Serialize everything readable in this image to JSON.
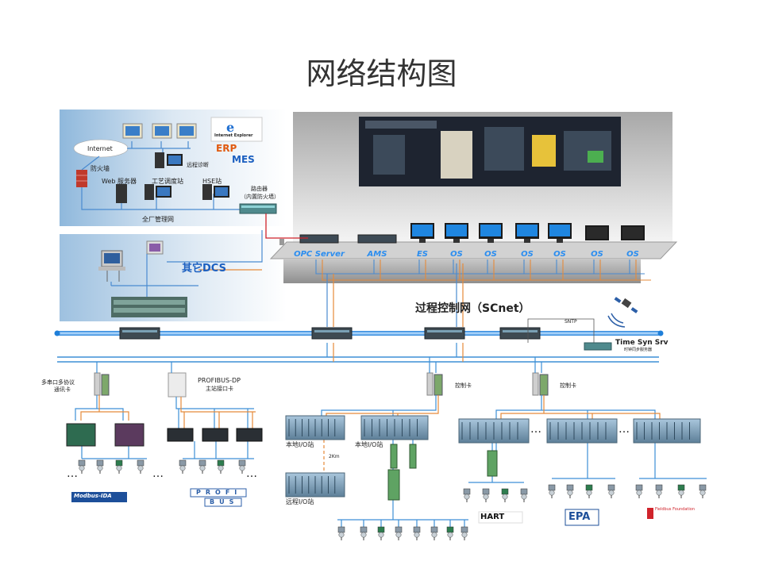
{
  "title": "网络结构图",
  "enterprise": {
    "internet": "Internet",
    "ie_logo": "Internet Explorer",
    "erp": "ERP",
    "mes": "MES",
    "firewall": "防火墙",
    "remote_diag": "远程诊断",
    "web_server": "Web 服务器",
    "process_station": "工艺调度站",
    "hse_station": "HSE站",
    "router": "路由器",
    "router_sub": "（内置防火墙）",
    "plant_network": "全厂管理网"
  },
  "other_dcs": "其它DCS",
  "control_room": {
    "stations": [
      "OPC Server",
      "AMS",
      "ES",
      "OS",
      "OS",
      "OS",
      "OS",
      "OS",
      "OS"
    ]
  },
  "scnet": "过程控制网（SCnet）",
  "sntp": "SNTP",
  "time_syn": "Time Syn Srv",
  "time_syn_sub": "时钟同步服务器",
  "cards": {
    "multi_serial": "多串口多协议",
    "multi_serial_2": "通讯卡",
    "profibus_dp": "PROFIBUS-DP",
    "profibus_dp_2": "主站接口卡",
    "control_card_1": "控制卡",
    "control_card_2": "控制卡"
  },
  "io": {
    "local_1": "本地I/O站",
    "local_2": "本地I/O站",
    "remote": "远程I/O站",
    "distance": "2Km"
  },
  "logos": {
    "modbus": "Modbus-IDA",
    "profi_top": "PROFI",
    "profi_bottom": "BUS",
    "hart": "HART",
    "epa": "EPA",
    "fieldbus": "Fieldbus Foundation"
  },
  "ellipsis": "…"
}
